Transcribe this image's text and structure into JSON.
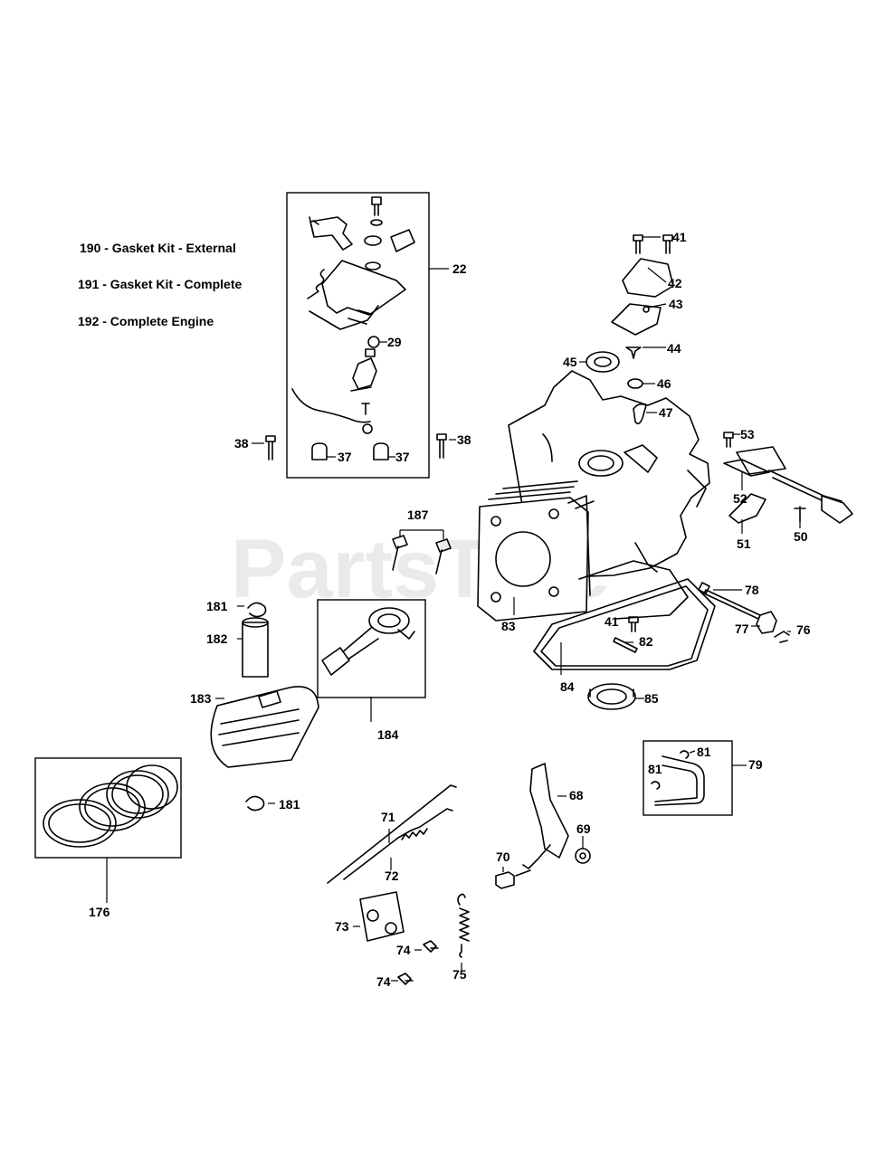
{
  "watermark": "PartsTree",
  "legend": [
    "190 - Gasket Kit - External",
    "191 - Gasket Kit - Complete",
    "192 - Complete Engine"
  ],
  "callouts": {
    "c22": "22",
    "c29": "29",
    "c37a": "37",
    "c37b": "37",
    "c38a": "38",
    "c38b": "38",
    "c41a": "41",
    "c41b": "41",
    "c42": "42",
    "c43": "43",
    "c44": "44",
    "c45": "45",
    "c46": "46",
    "c47": "47",
    "c50": "50",
    "c51": "51",
    "c52": "52",
    "c53": "53",
    "c68": "68",
    "c69": "69",
    "c70": "70",
    "c71": "71",
    "c72": "72",
    "c73": "73",
    "c74a": "74",
    "c74b": "74",
    "c75": "75",
    "c76": "76",
    "c77": "77",
    "c78": "78",
    "c79": "79",
    "c81a": "81",
    "c81b": "81",
    "c82": "82",
    "c83": "83",
    "c84": "84",
    "c85": "85",
    "c176": "176",
    "c181a": "181",
    "c181b": "181",
    "c182": "182",
    "c183": "183",
    "c184": "184",
    "c187": "187"
  }
}
